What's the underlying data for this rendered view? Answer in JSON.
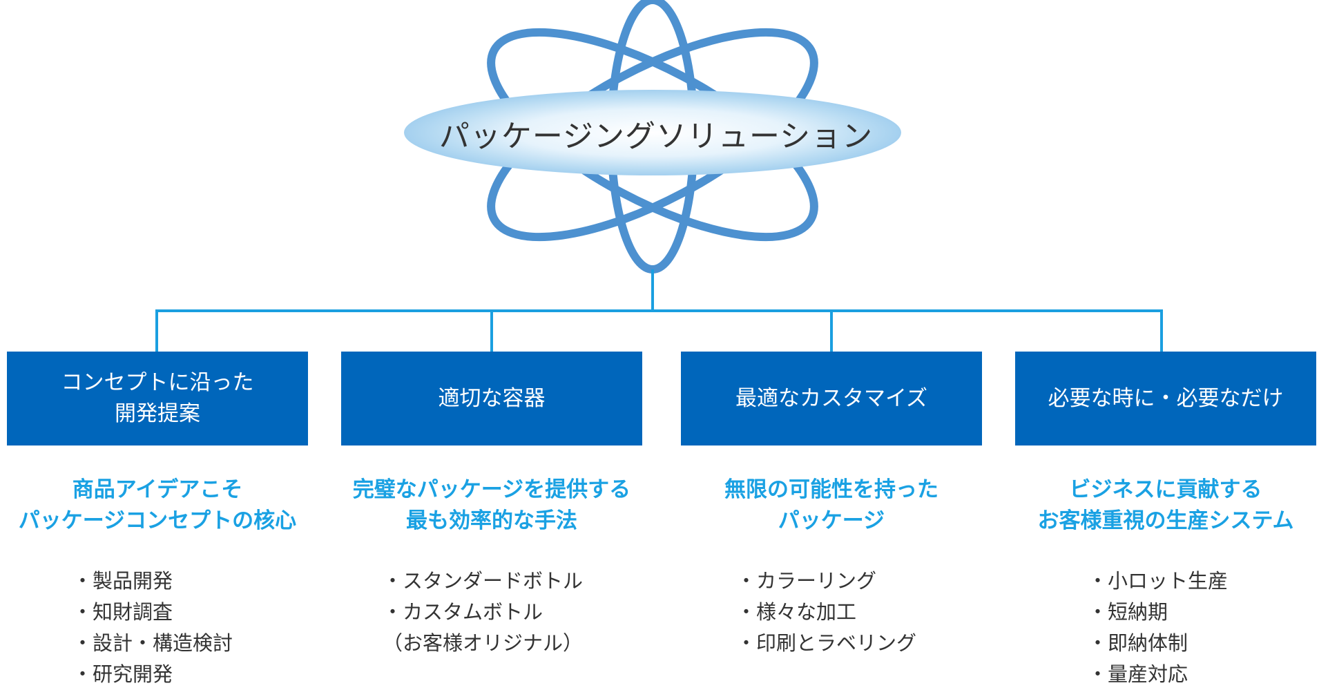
{
  "title": "パッケージングソリューション",
  "colors": {
    "box": "#0066bb",
    "heading": "#1aa1e3",
    "line": "#1a9fe0",
    "text": "#333333"
  },
  "columns": [
    {
      "box": [
        "コンセプトに沿った",
        "開発提案"
      ],
      "heading": [
        "商品アイデアこそ",
        "パッケージコンセプトの核心"
      ],
      "items": [
        "・製品開発",
        "・知財調査",
        "・設計・構造検討",
        "・研究開発"
      ]
    },
    {
      "box": [
        "適切な容器"
      ],
      "heading": [
        "完璧なパッケージを提供する",
        "最も効率的な手法"
      ],
      "items": [
        "・スタンダードボトル",
        "・カスタムボトル",
        "（お客様オリジナル）"
      ]
    },
    {
      "box": [
        "最適なカスタマイズ"
      ],
      "heading": [
        "無限の可能性を持った",
        "パッケージ"
      ],
      "items": [
        "・カラーリング",
        "・様々な加工",
        "・印刷とラベリング"
      ]
    },
    {
      "box": [
        "必要な時に・必要なだけ"
      ],
      "heading": [
        "ビジネスに貢献する",
        "お客様重視の生産システム"
      ],
      "items": [
        "・小ロット生産",
        "・短納期",
        "・即納体制",
        "・量産対応"
      ]
    }
  ]
}
